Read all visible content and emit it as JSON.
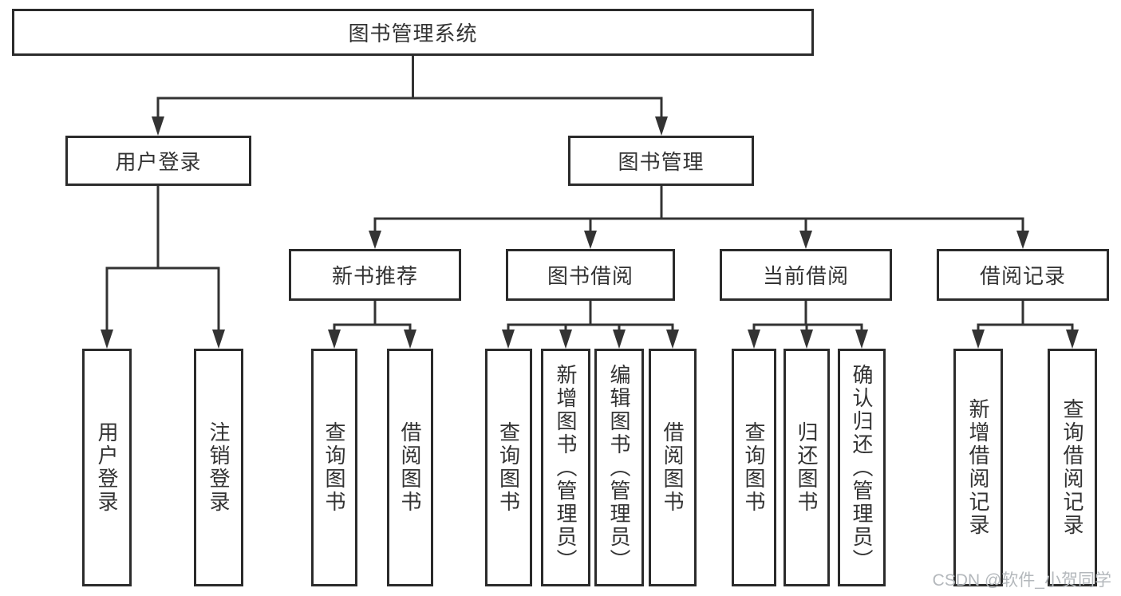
{
  "diagram": {
    "root": "图书管理系统",
    "level2": [
      "用户登录",
      "图书管理"
    ],
    "login_children": [
      "用户登录",
      "注销登录"
    ],
    "level3": [
      "新书推荐",
      "图书借阅",
      "当前借阅",
      "借阅记录"
    ],
    "recommend_children": [
      "查询图书",
      "借阅图书"
    ],
    "borrow_children": [
      "查询图书",
      "新增图书（管理员）",
      "编辑图书（管理员）",
      "借阅图书"
    ],
    "current_children": [
      "查询图书",
      "归还图书",
      "确认归还（管理员）"
    ],
    "record_children": [
      "新增借阅记录",
      "查询借阅记录"
    ]
  },
  "watermark": "CSDN @软件_小贺同学",
  "colors": {
    "line": "#333333",
    "box_border": "#2b2b2b",
    "text": "#333333",
    "watermark": "#b4b8bc",
    "background": "#ffffff"
  }
}
